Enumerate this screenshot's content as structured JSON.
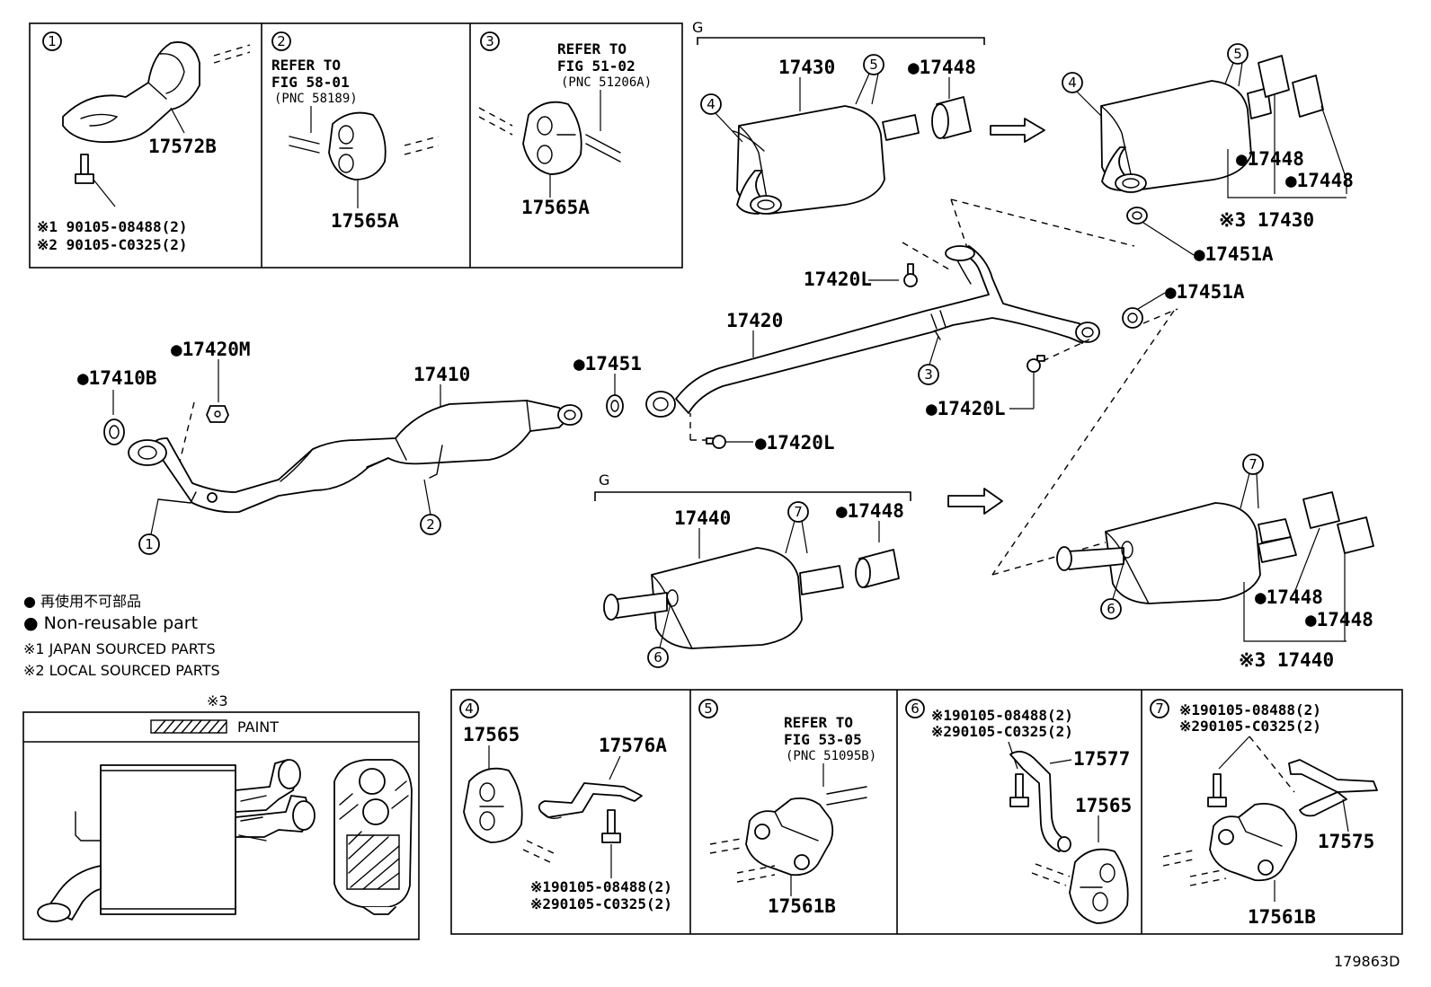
{
  "boxes": {
    "b1": {
      "num": "1",
      "part": "17572B",
      "bolt1": "※1 90105-08488(2)",
      "bolt2": "※2 90105-C0325(2)"
    },
    "b2": {
      "num": "2",
      "ref1": "REFER TO",
      "ref2": "FIG 58-01",
      "ref3": "(PNC 58189)",
      "part": "17565A"
    },
    "b3": {
      "num": "3",
      "ref1": "REFER TO",
      "ref2": "FIG 51-02",
      "ref3": "(PNC 51206A)",
      "part": "17565A"
    },
    "b4": {
      "num": "4",
      "part1": "17565",
      "part2": "17576A",
      "bolt1": "※190105-08488(2)",
      "bolt2": "※290105-C0325(2)"
    },
    "b5": {
      "num": "5",
      "ref1": "REFER TO",
      "ref2": "FIG 53-05",
      "ref3": "(PNC 51095B)",
      "part": "17561B"
    },
    "b6": {
      "num": "6",
      "bolt1": "※190105-08488(2)",
      "bolt2": "※290105-C0325(2)",
      "part1": "17577",
      "part2": "17565"
    },
    "b7": {
      "num": "7",
      "bolt1": "※190105-08488(2)",
      "bolt2": "※290105-C0325(2)",
      "part1": "17575",
      "part2": "17561B"
    }
  },
  "labels": {
    "g_top": "G",
    "g_bottom": "G",
    "muffler_top": "17430",
    "muffler_top_tip": "●17448",
    "muffler_top_r_tip1": "●17448",
    "muffler_top_r_tip2": "●17448",
    "muffler_top_r_assy": "※3 17430",
    "gasket_a1": "●17451A",
    "gasket_a2": "●17451A",
    "bolt_l1": "17420L",
    "center_pipe": "17420",
    "bolt_l2": "●17420L",
    "bolt_l3": "●17420L",
    "gasket_c": "●17451",
    "front_pipe": "17410",
    "gasket_b": "●17410B",
    "nut_m": "●17420M",
    "muffler_bot": "17440",
    "muffler_bot_tip": "●17448",
    "muffler_bot_r_tip1": "●17448",
    "muffler_bot_r_tip2": "●17448",
    "muffler_bot_r_assy": "※3 17440"
  },
  "callouts": {
    "c1": "1",
    "c2": "2",
    "c3": "3",
    "c4a": "4",
    "c4b": "4",
    "c5a": "5",
    "c5b": "5",
    "c6a": "6",
    "c6b": "6",
    "c7a": "7",
    "c7b": "7"
  },
  "legend": {
    "jp": "● 再使用不可部品",
    "en": "● Non-reusable part",
    "note1": "※1 JAPAN SOURCED PARTS",
    "note2": "※2 LOCAL SOURCED PARTS"
  },
  "paint_box": {
    "mark": "※3",
    "label": "PAINT"
  },
  "illustration_id": "179863D"
}
